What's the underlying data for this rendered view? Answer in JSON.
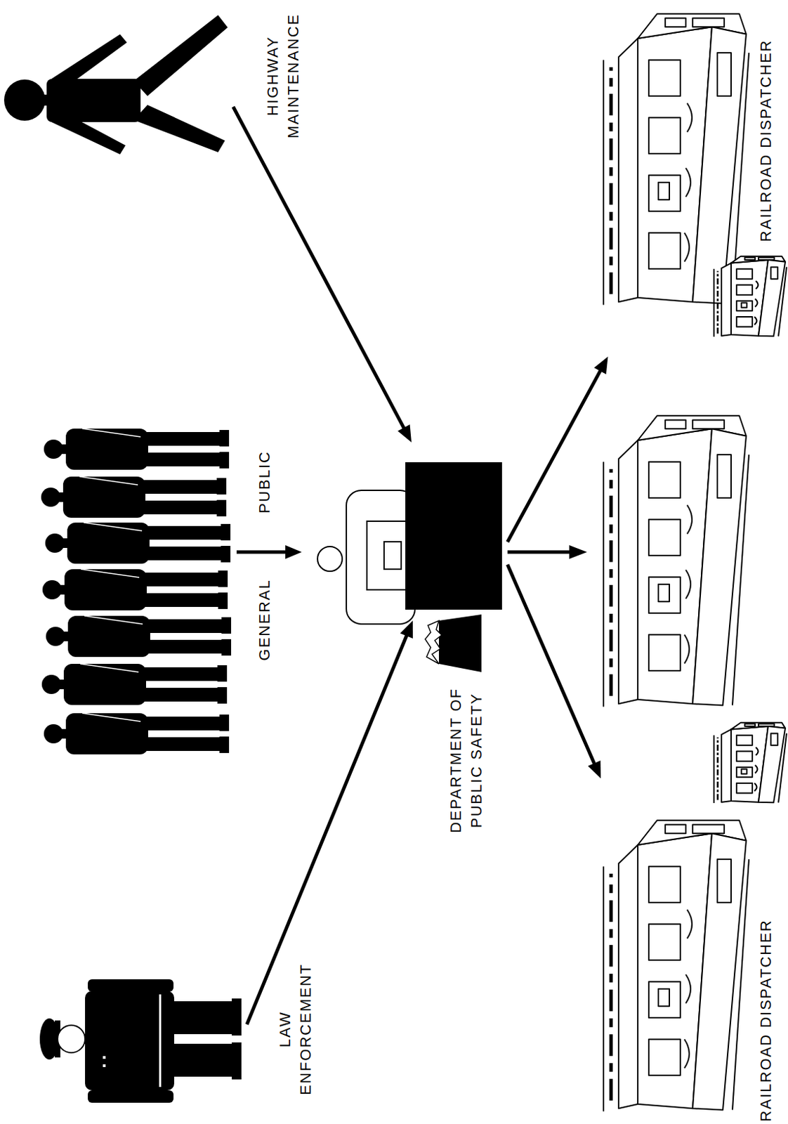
{
  "diagram": {
    "nodes": [
      {
        "text": [
          "LAW ENFORCEMENT"
        ]
      },
      {
        "text": [
          "GENERAL",
          "PUBLIC"
        ]
      },
      {
        "text": [
          "HIGHWAY MAINTENANCE"
        ]
      },
      {
        "text": [
          "DEPARTMENT OF PUBLIC SAFETY"
        ]
      },
      {
        "text": [
          "RAILROAD DISPATCHER"
        ]
      },
      {
        "text": [
          "RAILROAD DISPATCHER"
        ]
      }
    ],
    "edges": [
      {
        "from": 0,
        "to": 3,
        "arrow": "to"
      },
      {
        "from": 1,
        "to": 3,
        "arrow": "to"
      },
      {
        "from": 2,
        "to": 3,
        "arrow": "to"
      },
      {
        "from": 3,
        "to": 4,
        "arrow": "to"
      },
      {
        "from": 3,
        "to": 5,
        "arrow": "to"
      }
    ]
  }
}
